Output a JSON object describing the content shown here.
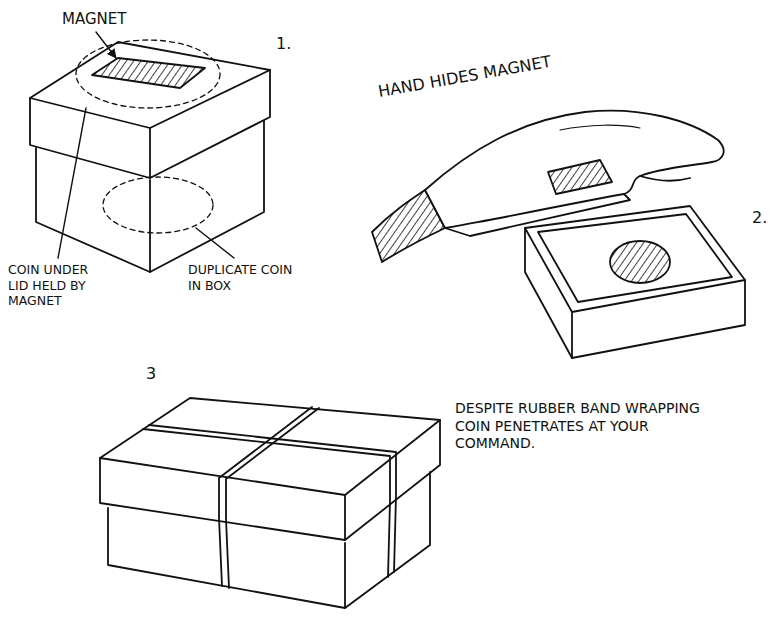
{
  "diagram": {
    "labels": [
      "MAGNET",
      "1.",
      "HAND HIDES MAGNET",
      "2.",
      "COIN UNDER LID HELD BY MAGNET",
      "DUPLICATE COIN IN BOX",
      "3",
      "DESPITE RUBBER BAND WRAPPING COIN PENETRATES AT YOUR COMMAND."
    ]
  }
}
